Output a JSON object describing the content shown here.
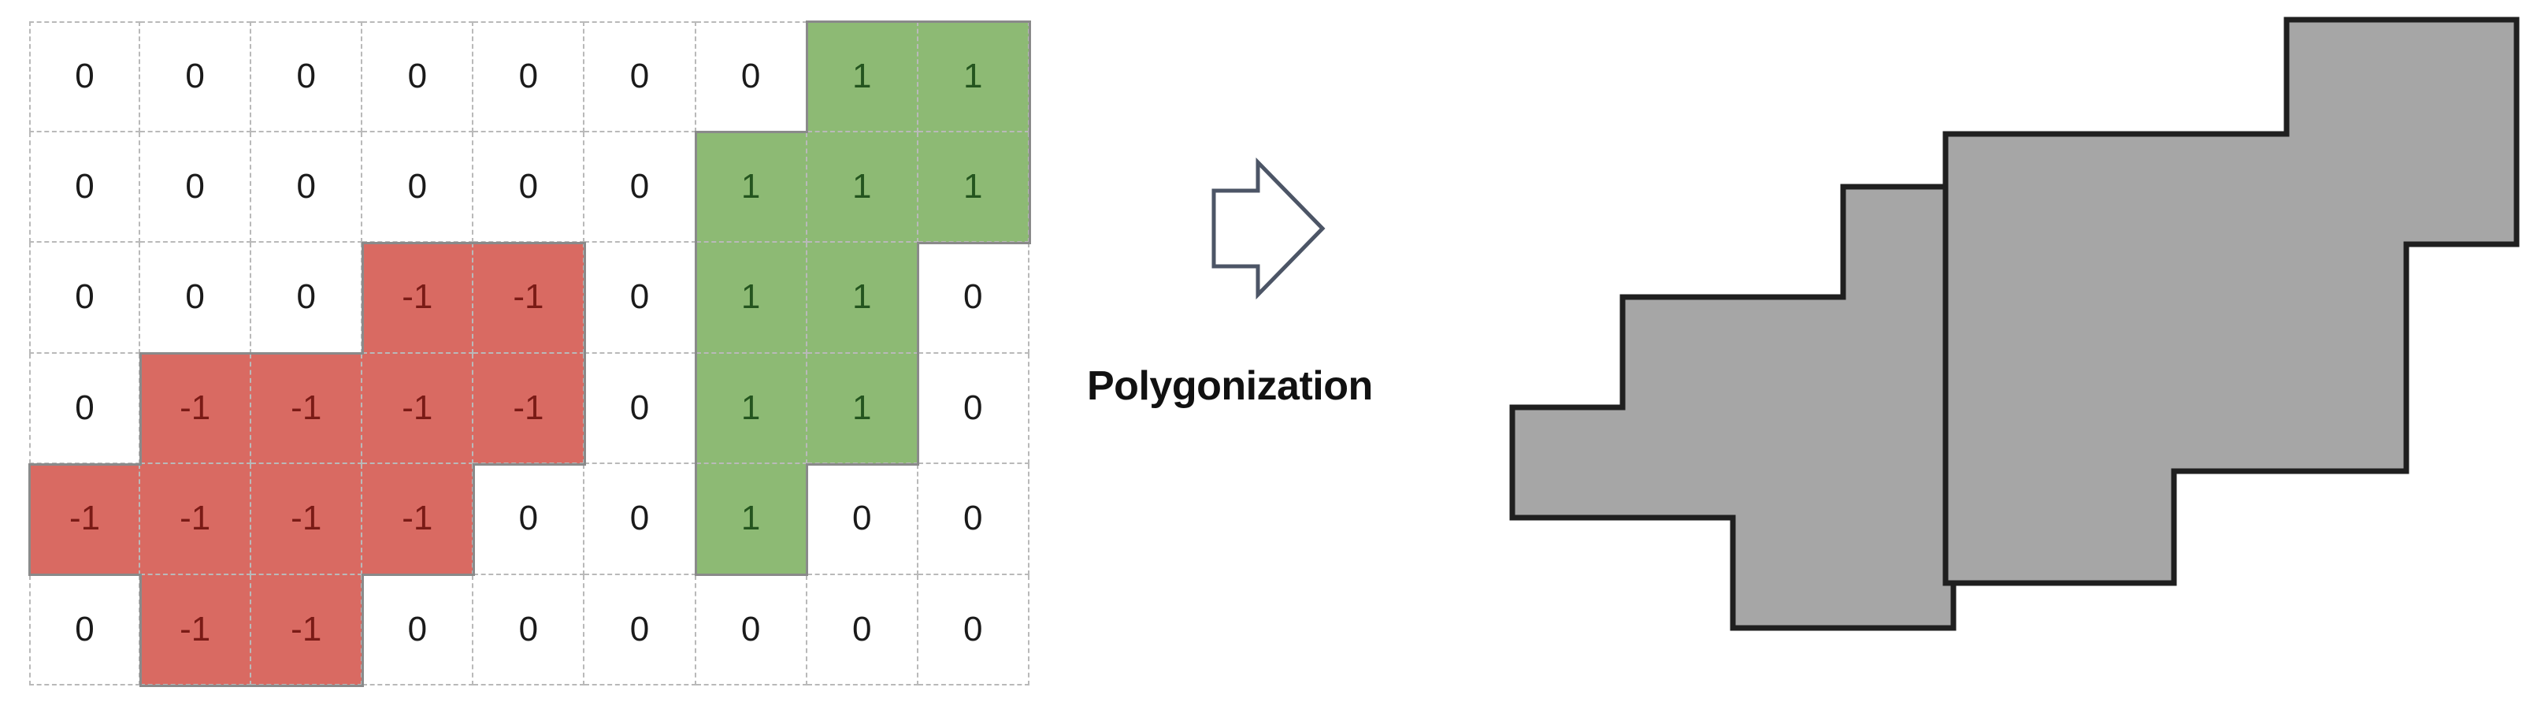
{
  "figure": {
    "caption": "Polygonization",
    "arrow_icon": "right-block-arrow-icon"
  },
  "colors": {
    "negative_fill": "#d96a62",
    "negative_text": "#7a1b16",
    "positive_fill": "#8dba74",
    "positive_text": "#24551f",
    "zero_fill": "#ffffff",
    "zero_text": "#1a1a1a",
    "grid_line": "#b9b9b9",
    "blob_outline": "#8a8a8a",
    "polygon_fill": "#a6a6a6",
    "polygon_stroke": "#1f1f1f",
    "arrow_stroke": "#4c5566"
  },
  "chart_data": {
    "type": "heatmap",
    "title": "Polygonization",
    "xlabel": "",
    "ylabel": "",
    "rows": 6,
    "cols": 9,
    "legend": [
      {
        "value": 1,
        "label": "1",
        "color": "#8dba74"
      },
      {
        "value": 0,
        "label": "0",
        "color": "#ffffff"
      },
      {
        "value": -1,
        "label": "-1",
        "color": "#d96a62"
      }
    ],
    "values": [
      [
        0,
        0,
        0,
        0,
        0,
        0,
        0,
        1,
        1
      ],
      [
        0,
        0,
        0,
        0,
        0,
        0,
        1,
        1,
        1
      ],
      [
        0,
        0,
        0,
        -1,
        -1,
        0,
        1,
        1,
        0
      ],
      [
        0,
        -1,
        -1,
        -1,
        -1,
        0,
        1,
        1,
        0
      ],
      [
        -1,
        -1,
        -1,
        -1,
        0,
        0,
        1,
        0,
        0
      ],
      [
        0,
        -1,
        -1,
        0,
        0,
        0,
        0,
        0,
        0
      ]
    ],
    "labels": [
      [
        "0",
        "0",
        "0",
        "0",
        "0",
        "0",
        "0",
        "1",
        "1"
      ],
      [
        "0",
        "0",
        "0",
        "0",
        "0",
        "0",
        "1",
        "1",
        "1"
      ],
      [
        "0",
        "0",
        "0",
        "-1",
        "-1",
        "0",
        "1",
        "1",
        "0"
      ],
      [
        "0",
        "-1",
        "-1",
        "-1",
        "-1",
        "0",
        "1",
        "1",
        "0"
      ],
      [
        "-1",
        "-1",
        "-1",
        "-1",
        "0",
        "0",
        "1",
        "0",
        "0"
      ],
      [
        "0",
        "-1",
        "-1",
        "0",
        "0",
        "0",
        "0",
        "0",
        "0"
      ]
    ],
    "polygons": [
      {
        "name": "negative-region-polygon",
        "source_value": -1,
        "cells": [
          [
            2,
            3
          ],
          [
            2,
            4
          ],
          [
            3,
            1
          ],
          [
            3,
            2
          ],
          [
            3,
            3
          ],
          [
            3,
            4
          ],
          [
            4,
            0
          ],
          [
            4,
            1
          ],
          [
            4,
            2
          ],
          [
            4,
            3
          ],
          [
            5,
            1
          ],
          [
            5,
            2
          ]
        ]
      },
      {
        "name": "positive-region-polygon",
        "source_value": 1,
        "cells": [
          [
            0,
            7
          ],
          [
            0,
            8
          ],
          [
            1,
            6
          ],
          [
            1,
            7
          ],
          [
            1,
            8
          ],
          [
            2,
            6
          ],
          [
            2,
            7
          ],
          [
            3,
            6
          ],
          [
            3,
            7
          ],
          [
            4,
            6
          ]
        ]
      }
    ]
  }
}
